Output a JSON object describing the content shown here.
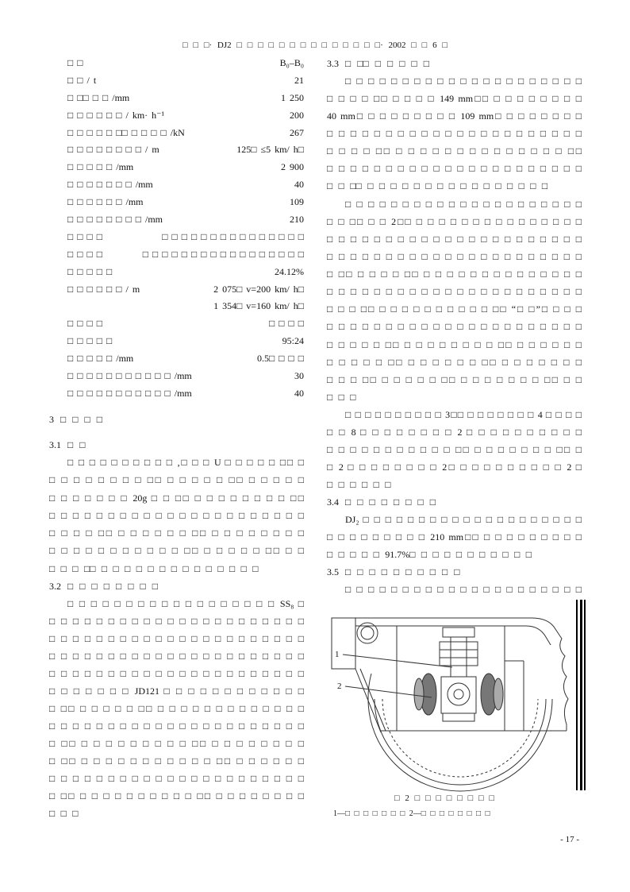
{
  "header": {
    "running_title": "□ □ □· DJ2 □ □ □ □ □ □ □ □ □ □ □ □ □ □· 2002 □ □ 6 □"
  },
  "left_column": {
    "spec_rows": [
      {
        "label": "□ □",
        "value": "B₀–B₀"
      },
      {
        "label": "□ □ / t",
        "value": "21"
      },
      {
        "label": "□ □□ □ □ /mm",
        "value": "1 250"
      },
      {
        "label": "□ □ □ □ □ □ / km· h⁻¹",
        "value": "200"
      },
      {
        "label": "□ □ □ □ □ □□ □ □ □ □ /kN",
        "value": "267"
      },
      {
        "label": "□ □ □ □ □ □ □ □ / m",
        "value": "125□ ≤5 km/ h□"
      },
      {
        "label": "□ □ □ □ □ /mm",
        "value": "2 900"
      },
      {
        "label": "□ □ □ □ □ □ □ /mm",
        "value": "40"
      },
      {
        "label": "□ □ □ □ □ □ /mm",
        "value": "109"
      },
      {
        "label": "□ □ □ □ □ □ □ □ /mm",
        "value": "210"
      },
      {
        "label": "□ □ □ □",
        "value": "□ □ □ □ □ □ □ □ □ □ □ □ □ □ □"
      },
      {
        "label": "□ □ □ □",
        "value": "□ □ □ □ □ □ □ □ □ □ □ □ □ □ □ □ □"
      },
      {
        "label": "□ □ □ □ □",
        "value": "24.12%"
      },
      {
        "label": "□ □ □ □ □ □ / m",
        "value": "2 075□ v=200 km/ h□"
      },
      {
        "label": "",
        "value": "1 354□ v=160 km/ h□"
      },
      {
        "label": "□ □ □ □",
        "value": "□ □ □ □"
      },
      {
        "label": "□ □ □ □ □",
        "value": "95:24"
      },
      {
        "label": "□ □ □ □ □ /mm",
        "value": "0.5□ □ □ □"
      },
      {
        "label": "□ □ □ □ □ □ □ □ □ □ □ /mm",
        "value": "30"
      },
      {
        "label": "□ □ □ □ □ □ □ □ □ □ □ /mm",
        "value": "40"
      }
    ],
    "section_3_heading": "3 □ □ □ □",
    "section_3_1": {
      "heading": "3.1 □ □",
      "lines": [
        "□ □ □ □ □ □ □ □ □ □ ,□ □ □ U □ □ □ □ □ □□ □",
        "□ □ □ □ □ □ □ □ □□ □ □ □ □ □ □□ □ □ □ □ □",
        "□ □ □ □ □ □ □ 20g □ □ □□ □ □ □ □ □ □ □ □ □□",
        "□ □ □ □ □ □ □ □ □ □ □ □ □ □ □ □ □ □ □ □ □ □",
        "□ □ □ □ □□ □ □ □ □ □ □ □□ □ □ □ □ □ □ □ □",
        "□ □ □ □ □ □ □ □ □ □ □ □□ □ □ □ □ □ □□ □ □",
        "□ □ □ □□ □ □ □ □ □ □ □ □ □ □ □ □ □ □"
      ]
    },
    "section_3_2": {
      "heading": "3.2 □ □ □ □ □ □ □ □",
      "lines": [
        "□ □ □ □ □ □ □ □ □ □ □ □ □ □ □ □ □ □ SS₈ □",
        "□ □ □ □ □ □ □ □ □ □ □ □ □ □ □ □ □ □ □ □ □ □",
        "□ □ □ □ □ □ □ □ □ □ □ □ □ □ □ □ □ □ □ □ □ □",
        "□ □ □ □ □ □ □ □ □ □ □ □ □ □ □ □ □ □ □ □ □ □",
        "□ □ □ □ □ □ □ □ □ □ □ □ □ □ □ □ □ □ □ □ □ □",
        "□ □ □ □ □ □ □ JD121 □ □ □ □ □ □ □ □ □ □ □ □",
        "□ □□ □ □ □ □ □ □□ □ □ □ □ □ □ □ □ □ □ □ □ □",
        "□ □ □ □ □ □ □ □ □ □ □ □ □ □ □ □ □ □ □ □ □ □",
        "□ □□ □ □ □ □ □ □ □ □ □ □□ □ □ □ □ □ □ □ □",
        "□ □□ □ □ □ □ □ □ □ □ □ □ □ □□ □ □ □ □ □ □",
        "□ □ □ □ □ □ □ □ □ □ □ □ □ □ □ □ □ □ □ □ □ □",
        "□ □□ □ □ □ □ □ □ □ □ □ □ □□ □ □ □ □ □ □ □ □",
        "□ □ □"
      ]
    }
  },
  "right_column": {
    "section_3_3": {
      "heading": "3.3 □ □□ □ □ □ □ □",
      "p1": [
        "□ □ □ □ □ □ □ □ □ □ □ □ □ □ □ □ □ □ □ □ □",
        "□ □ □ □ □□ □ □ □ □ 149 mm□□ □ □ □ □ □ □ □ □",
        "40 mm□ □ □ □ □ □ □ □ □ 109 mm□ □ □ □ □ □ □ □",
        "□ □ □ □ □ □ □ □ □ □ □ □ □ □ □ □ □ □ □ □ □ □",
        "□ □ □ □ □□ □ □ □ □ □ □ □ □ □ □ □ □ □ □ □□",
        "□ □ □ □ □ □ □ □ □ □ □ □ □ □ □ □ □ □ □ □ □ □",
        "□ □ □□ □ □ □ □ □ □ □ □ □ □ □ □ □ □ □ □"
      ],
      "p2": [
        "□ □ □ □ □ □ □ □ □ □ □ □ □ □ □ □ □ □ □ □ □",
        "□ □ □□ □ □ 2□□ □ □ □ □ □ □ □ □ □ □ □ □ □ □ □",
        "□ □ □ □ □ □ □ □ □ □ □ □ □ □ □ □ □ □ □ □ □ □",
        "□ □ □ □ □ □ □ □ □ □ □ □ □ □ □ □ □ □ □ □ □ □",
        "□ □□ □ □ □ □ □□ □ □ □ □ □ □ □ □ □ □ □ □ □ □",
        "□ □ □ □ □ □ □ □ □ □ □ □ □ □ □ □ □ □ □ □ □ □",
        "□ □ □ □□ □ □ □ □ □ □ □ □ □ □ □□ “□ □”□ □ □ □",
        "□ □ □ □ □ □ □ □ □ □ □ □ □ □ □ □ □ □ □ □ □ □",
        "□ □ □ □ □ □□ □ □ □ □ □ □ □ □ □□ □ □ □ □ □ □",
        "□ □ □ □ □ □□ □ □ □ □ □ □ □□ □ □ □ □ □ □ □",
        "□ □ □ □□ □ □ □ □ □ □□ □ □ □ □ □ □ □ □□ □ □",
        "□ □ □"
      ],
      "p3": [
        "□ □ □ □ □ □ □ □ □ □ 3□□ □ □ □ □ □ □ □ 4 □ □ □ □",
        "□ □ 8 □ □ □ □ □ □ □ □ 2 □ □ □ □ □ □ □ □ □ □",
        "□ □ □ □ □ □ □ □ □ □ □ □□ □ □ □ □ □ □ □ □□ □",
        "□ 2 □ □ □ □ □ □ □ □ 2□ □ □ □ □ □ □ □ □ □ 2 □",
        "□ □ □ □ □ □"
      ]
    },
    "section_3_4": {
      "heading": "3.4 □ □ □ □ □ □ □ □",
      "lines": [
        "DJ₂ □ □ □ □ □ □ □ □ □ □ □ □ □ □ □ □ □ □ □ □",
        "□ □ □ □ □ □ □ □ □ 210 mm□□ □ □ □ □ □ □ □ □ □",
        "□ □ □ □ □ 91.7%□ □ □ □ □ □ □ □ □ □ □"
      ]
    },
    "section_3_5": {
      "heading": "3.5 □ □ □ □ □ □ □ □ □ □",
      "lines": [
        "□ □ □ □ □ □ □ □ □ □ □ □ □ □ □ □ □ □ □ □ □"
      ]
    }
  },
  "figure": {
    "labels": [
      "1",
      "2"
    ],
    "caption": "□ 2 □ □ □ □ □ □ □ □",
    "legend": "1—□ □ □ □ □ □ □ 2—□ □ □ □ □ □ □ □"
  },
  "footer": {
    "page_number": "- 17 -"
  }
}
